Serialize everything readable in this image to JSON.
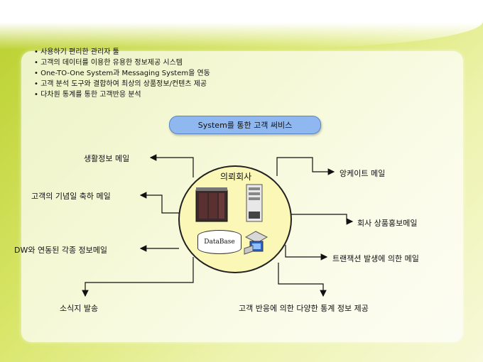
{
  "bullets": [
    "사용하기 편리한 관리자 툴",
    "고객의 데이터를 이용한 유용한 정보제공 시스템",
    "One-TO-One System과 Messaging System을 연동",
    "고객 분석 도구와 결합하여 최상의 상품정보/컨텐츠 제공",
    "다차원 통계를 통한 고객반응 분석"
  ],
  "title": "System를 통한 고객 써비스",
  "center": {
    "title": "의뢰회사",
    "database": "DataBase"
  },
  "left_outputs": [
    "생활정보 메일",
    "고객의 기념일 축하 메일",
    "DW와 연동된 각종 정보메일",
    "소식지 발송"
  ],
  "right_outputs": [
    "앙케이트 메일",
    "회사 상품홍보메일",
    "트랜잭션 발생에 의한 메일",
    "고객 반응에 의한 다양한 통계 정보 제공"
  ],
  "colors": {
    "title_pill": "#8fb7f0",
    "center_fill": "#fbf7b6",
    "background": "#d9e66a"
  }
}
